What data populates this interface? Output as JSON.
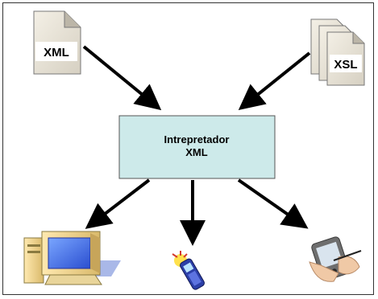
{
  "diagram": {
    "input_xml": {
      "label": "XML",
      "icon": "xml-document-icon"
    },
    "input_xsl": {
      "label": "XSL",
      "icon": "xsl-documents-stack-icon"
    },
    "interpreter": {
      "line1": "Intrepretador",
      "line2": "XML",
      "fill": "#cdeaea"
    },
    "outputs": [
      {
        "icon": "desktop-computer-icon"
      },
      {
        "icon": "mobile-phone-icon"
      },
      {
        "icon": "pda-handheld-icon"
      }
    ]
  }
}
